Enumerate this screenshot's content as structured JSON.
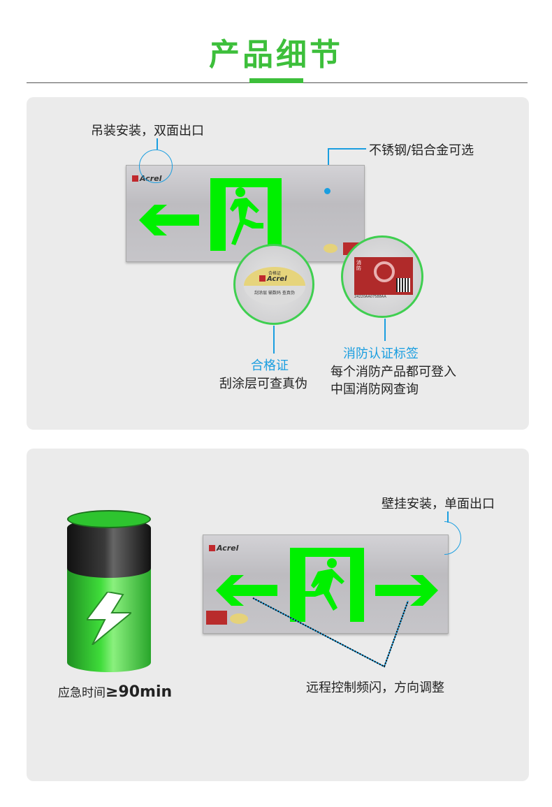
{
  "header": {
    "title": "产品细节"
  },
  "section1": {
    "hanging_label": "吊装安装，双面出口",
    "material_label": "不锈钢/铝合金可选",
    "brand": "Acrel",
    "cert_title": "合格证",
    "cert_desc": "刮涂层可查真伪",
    "fire_title": "消防认证标签",
    "fire_desc_line1": "每个消防产品都可登入",
    "fire_desc_line2": "中国消防网查询",
    "sticker_cert_title": "合格证",
    "sticker_cert_text": "刮涂层 输数码 查真伪",
    "sticker_fire_text": "消防",
    "sticker_fire_code": "24220AA07588AA"
  },
  "section2": {
    "wall_label": "壁挂安装，单面出口",
    "brand": "Acrel",
    "battery_label": "应急时间",
    "battery_value": "≥90min",
    "remote_label": "远程控制频闪，方向调整"
  },
  "colors": {
    "accent": "#3dbf3b",
    "sign_green": "#00f000",
    "callout": "#1a9ee0"
  }
}
